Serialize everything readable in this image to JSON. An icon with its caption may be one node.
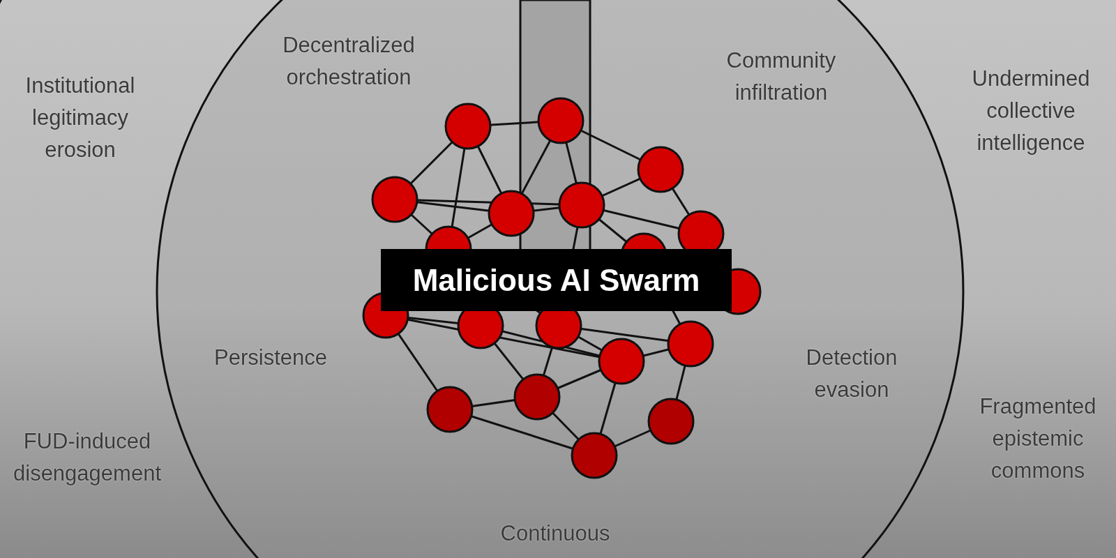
{
  "diagram": {
    "nodes": [
      {
        "text": [
          "Malicious AI Swarm"
        ]
      }
    ],
    "labels": [
      "Institutional legitimacy erosion",
      "Decentralized orchestration",
      "Community infiltration",
      "Undermined collective intelligence",
      "Persistence",
      "Detection evasion",
      "FUD-induced disengagement",
      "Fragmented epistemic commons",
      "Continuous"
    ]
  }
}
